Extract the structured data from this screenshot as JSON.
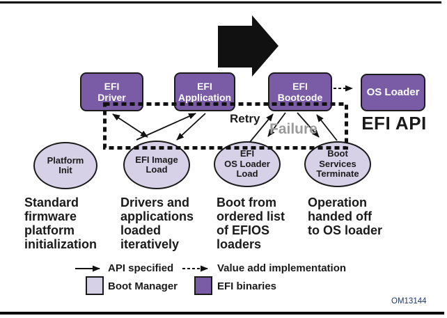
{
  "boxes": {
    "driver": {
      "label": "EFI\nDriver"
    },
    "application": {
      "label": "EFI\nApplication"
    },
    "bootcode": {
      "label": "EFI\nBootcode"
    },
    "os_loader": {
      "label": "OS Loader"
    }
  },
  "ellipses": {
    "platform_init": {
      "label": "Platform\nInit"
    },
    "efi_image_load": {
      "label": "EFI Image\nLoad"
    },
    "efi_os_loader_load": {
      "label": "EFI\nOS Loader\nLoad"
    },
    "boot_services_terminate": {
      "label": "Boot\nServices\nTerminate"
    }
  },
  "annotations": {
    "retry": "Retry",
    "failure": "Failure",
    "efi_api": "EFI API"
  },
  "descriptions": {
    "platform_init": "Standard\nfirmware\nplatform\ninitialization",
    "image_load": "Drivers and\napplications\nloaded\niteratively",
    "os_loader_load": "Boot from\nordered list\nof EFIOS\nloaders",
    "services_terminate": "Operation\nhanded off\nto OS loader"
  },
  "legend": {
    "api_specified": "API specified",
    "value_add": "Value add implementation",
    "boot_manager": "Boot Manager",
    "efi_binaries": "EFI binaries"
  },
  "figure_id": "OM13144",
  "colors": {
    "efi_binaries_fill": "#7A5BA6",
    "boot_manager_fill": "#D7D1E8",
    "failure_text": "#9B9B9B",
    "figure_id_text": "#1F3864",
    "line_color": "#111111"
  }
}
